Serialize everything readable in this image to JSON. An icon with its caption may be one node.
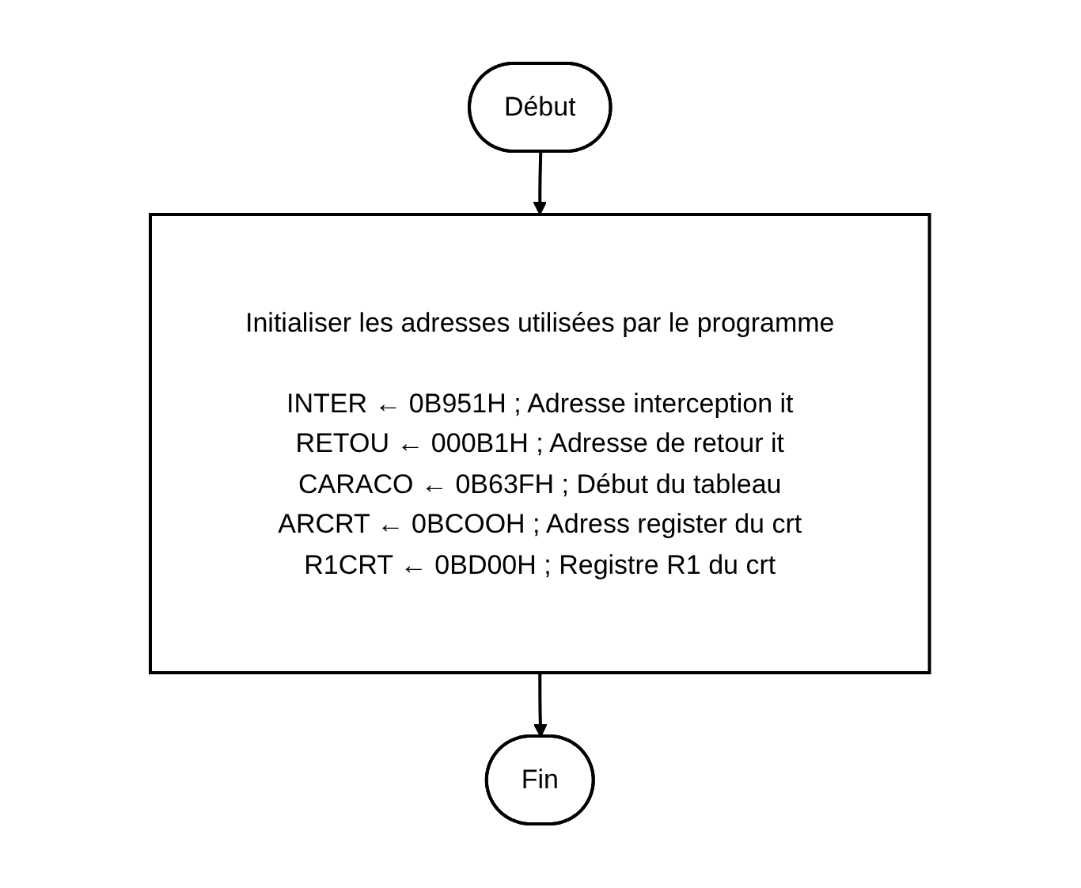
{
  "diagram": {
    "nodes": [
      {
        "text": [
          "Début"
        ]
      },
      {
        "text": [
          "Initialiser les adresses utilisées par le programme",
          "INTER ← 0B951H ; Adresse interception it",
          "RETOU ← 000B1H ; Adresse de retour it",
          "CARACO ← 0B63FH ; Début du tableau",
          "ARCRT ← 0BCOOH ; Adress register du crt",
          "R1CRT ← 0BD00H ; Registre R1 du crt"
        ]
      },
      {
        "text": [
          "Fin"
        ]
      }
    ],
    "edges": [
      {
        "from": 0,
        "to": 1,
        "arrow": "to"
      },
      {
        "from": 1,
        "to": 2,
        "arrow": "to"
      }
    ]
  }
}
